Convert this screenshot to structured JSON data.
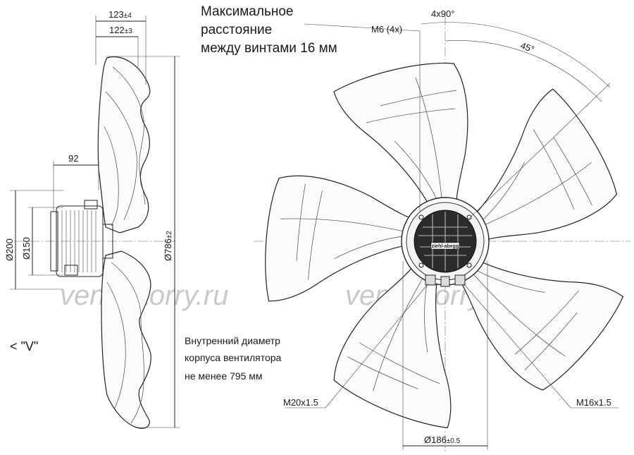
{
  "title": {
    "line1": "Максимальное",
    "line2": "расстояние",
    "line3": "между винтами 16 мм"
  },
  "dims": {
    "d123": "123",
    "d123_tol": "±4",
    "d122": "122",
    "d122_tol": "±3",
    "d92": "92",
    "d200": "Ø200",
    "d150": "Ø150",
    "d786": "Ø786",
    "d786_tol": "±2",
    "m6": "M6 (4x)",
    "angle_4x90": "4x90°",
    "angle_45": "45°",
    "m20": "M20x1.5",
    "m16": "M16x1.5",
    "d186": "Ø186",
    "d186_tol": "±0.5"
  },
  "view_label": "< \"V\"",
  "note": {
    "line1": "Внутренний диаметр",
    "line2": "корпуса вентилятора",
    "line3": "не менее 795 мм"
  },
  "watermarks": [
    "ventilatorry.ru",
    "ventilatorry.ru"
  ],
  "hub_logo": "ziehl-abegg"
}
